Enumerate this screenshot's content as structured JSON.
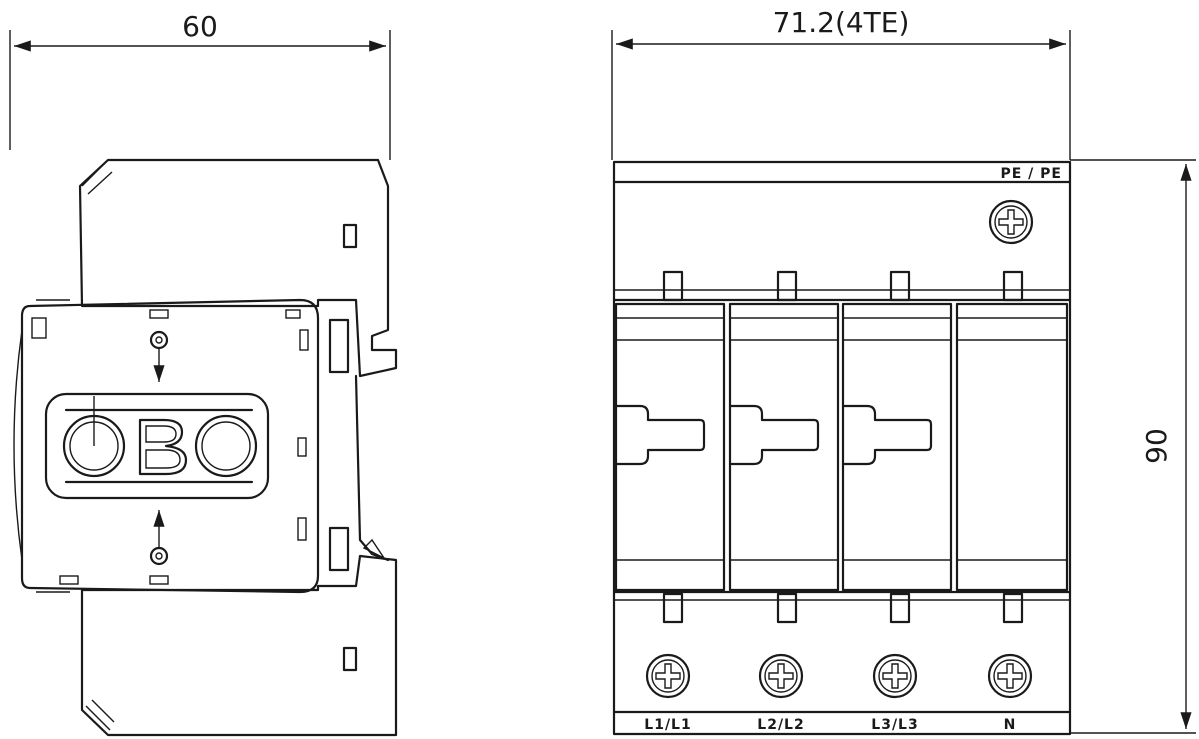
{
  "dimensions": {
    "depth": "60",
    "width": "71.2(4TE)",
    "height": "90"
  },
  "brand": {
    "logo_text": "OBO"
  },
  "terminals": {
    "top": "PE / PE",
    "bottom": [
      "L1/L1",
      "L2/L2",
      "L3/L3",
      "N"
    ]
  }
}
